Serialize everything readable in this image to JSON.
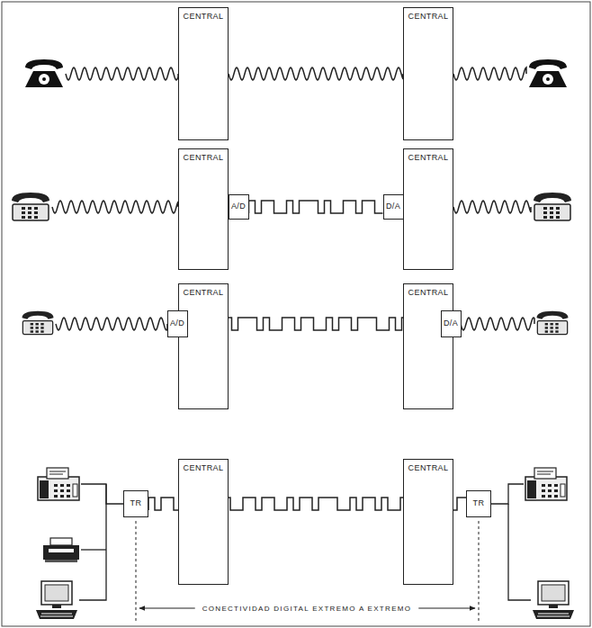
{
  "diagram": {
    "nodes": [
      {
        "text": [
          "CENTRAL"
        ]
      },
      {
        "text": [
          "CENTRAL"
        ]
      },
      {
        "text": [
          "CENTRAL"
        ]
      },
      {
        "text": [
          "A/D"
        ]
      },
      {
        "text": [
          "CENTRAL"
        ]
      },
      {
        "text": [
          "D/A"
        ]
      },
      {
        "text": [
          "A/D"
        ]
      },
      {
        "text": [
          "CENTRAL"
        ]
      },
      {
        "text": [
          "CENTRAL"
        ]
      },
      {
        "text": [
          "D/A"
        ]
      },
      {
        "text": [
          "TR"
        ]
      },
      {
        "text": [
          "CENTRAL"
        ]
      },
      {
        "text": [
          "CENTRAL"
        ]
      },
      {
        "text": [
          "TR"
        ]
      }
    ],
    "edges": [
      {
        "from": 0,
        "to": 1,
        "arrow": "none"
      },
      {
        "from": 3,
        "to": 5,
        "arrow": "none"
      },
      {
        "from": 6,
        "to": 9,
        "arrow": "none"
      },
      {
        "from": 10,
        "to": 13,
        "arrow": "none"
      }
    ],
    "labels": [
      "CONECTIVIDAD DIGITAL EXTREMO A EXTREMO"
    ]
  }
}
